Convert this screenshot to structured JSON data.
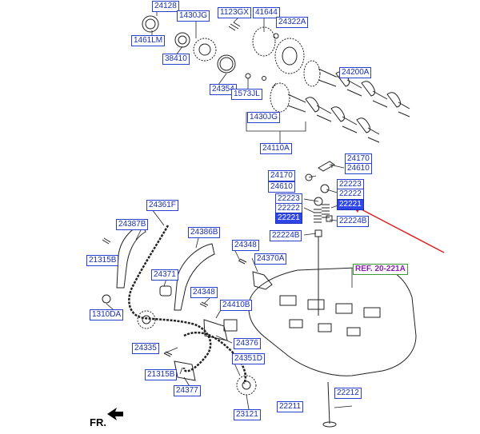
{
  "diagram": {
    "parts": [
      "24128",
      "1430JG",
      "1123GX",
      "41644",
      "24322A",
      "1461LM",
      "38410",
      "24200A",
      "24354",
      "1573JL",
      "1430JG",
      "24110A",
      "24170",
      "24610",
      "24170",
      "22223",
      "24610",
      "22222",
      "22223",
      "22221",
      "22222",
      "22221",
      "22224B",
      "22224B",
      "24361F",
      "24387B",
      "24386B",
      "24348",
      "21315B",
      "24370A",
      "24371",
      "24348",
      "1310DA",
      "24410B",
      "24376",
      "24335",
      "24351D",
      "21315B",
      "24377",
      "23121",
      "22212",
      "22211"
    ],
    "reference": "REF. 20-221A",
    "highlighted_parts": [
      "22221",
      "22221"
    ],
    "front_marker": "FR.",
    "colors": {
      "label_text": "#1a2fb0",
      "label_border": "#2b3fd0",
      "highlight_fill": "#2f46e8",
      "reference_text": "#8a1fb0",
      "reference_border": "#3a9a3a",
      "arrow": "#e02020"
    }
  }
}
